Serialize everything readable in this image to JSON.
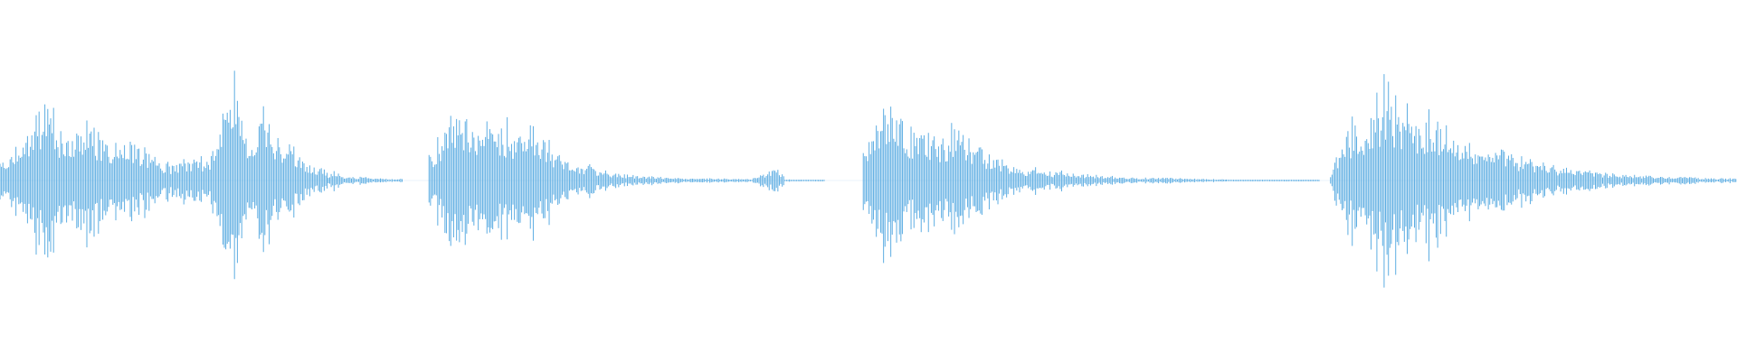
{
  "waveform": {
    "color": "#5dade2",
    "segments": [
      {
        "level_start": 0.0,
        "level_end": 0.189,
        "amplitude_profile": [
          [
            0.0,
            0.2
          ],
          [
            0.01,
            0.3
          ],
          [
            0.02,
            0.55
          ],
          [
            0.028,
            0.7
          ],
          [
            0.034,
            0.55
          ],
          [
            0.045,
            0.48
          ],
          [
            0.05,
            0.52
          ],
          [
            0.058,
            0.4
          ],
          [
            0.066,
            0.32
          ],
          [
            0.074,
            0.4
          ],
          [
            0.082,
            0.3
          ],
          [
            0.09,
            0.22
          ],
          [
            0.098,
            0.15
          ],
          [
            0.105,
            0.18
          ],
          [
            0.112,
            0.22
          ],
          [
            0.12,
            0.2
          ],
          [
            0.125,
            0.5
          ],
          [
            0.13,
            0.75
          ],
          [
            0.135,
            0.95
          ],
          [
            0.14,
            0.55
          ],
          [
            0.145,
            0.4
          ],
          [
            0.15,
            0.72
          ],
          [
            0.158,
            0.35
          ],
          [
            0.166,
            0.42
          ],
          [
            0.174,
            0.22
          ],
          [
            0.18,
            0.14
          ],
          [
            0.186,
            0.1
          ],
          [
            0.189,
            0.08
          ]
        ]
      },
      {
        "level_start": 0.189,
        "level_end": 0.232,
        "amplitude_profile": [
          [
            0.189,
            0.05
          ],
          [
            0.192,
            0.1
          ],
          [
            0.194,
            0.08
          ],
          [
            0.198,
            0.04
          ],
          [
            0.21,
            0.03
          ],
          [
            0.22,
            0.02
          ],
          [
            0.232,
            0.015
          ]
        ]
      },
      {
        "level_start": 0.247,
        "level_end": 0.452,
        "amplitude_profile": [
          [
            0.247,
            0.25
          ],
          [
            0.255,
            0.45
          ],
          [
            0.262,
            0.62
          ],
          [
            0.268,
            0.7
          ],
          [
            0.275,
            0.55
          ],
          [
            0.282,
            0.5
          ],
          [
            0.29,
            0.58
          ],
          [
            0.298,
            0.45
          ],
          [
            0.306,
            0.48
          ],
          [
            0.314,
            0.4
          ],
          [
            0.322,
            0.22
          ],
          [
            0.33,
            0.12
          ],
          [
            0.338,
            0.15
          ],
          [
            0.346,
            0.1
          ],
          [
            0.354,
            0.06
          ],
          [
            0.362,
            0.05
          ],
          [
            0.372,
            0.04
          ],
          [
            0.382,
            0.03
          ],
          [
            0.392,
            0.02
          ],
          [
            0.402,
            0.02
          ],
          [
            0.412,
            0.02
          ],
          [
            0.422,
            0.015
          ],
          [
            0.432,
            0.012
          ],
          [
            0.442,
            0.08
          ],
          [
            0.446,
            0.12
          ],
          [
            0.45,
            0.06
          ],
          [
            0.452,
            0.02
          ]
        ]
      },
      {
        "level_start": 0.452,
        "level_end": 0.475,
        "amplitude_profile": [
          [
            0.452,
            0.01
          ],
          [
            0.46,
            0.008
          ],
          [
            0.468,
            0.006
          ],
          [
            0.475,
            0.005
          ]
        ]
      },
      {
        "level_start": 0.497,
        "level_end": 0.706,
        "amplitude_profile": [
          [
            0.497,
            0.3
          ],
          [
            0.503,
            0.5
          ],
          [
            0.51,
            0.65
          ],
          [
            0.518,
            0.62
          ],
          [
            0.526,
            0.5
          ],
          [
            0.534,
            0.46
          ],
          [
            0.542,
            0.44
          ],
          [
            0.55,
            0.52
          ],
          [
            0.558,
            0.42
          ],
          [
            0.566,
            0.3
          ],
          [
            0.574,
            0.22
          ],
          [
            0.582,
            0.12
          ],
          [
            0.59,
            0.1
          ],
          [
            0.598,
            0.12
          ],
          [
            0.606,
            0.08
          ],
          [
            0.614,
            0.09
          ],
          [
            0.622,
            0.06
          ],
          [
            0.63,
            0.05
          ],
          [
            0.64,
            0.04
          ],
          [
            0.65,
            0.03
          ],
          [
            0.66,
            0.025
          ],
          [
            0.67,
            0.03
          ],
          [
            0.68,
            0.02
          ],
          [
            0.69,
            0.015
          ],
          [
            0.7,
            0.012
          ],
          [
            0.706,
            0.01
          ]
        ]
      },
      {
        "level_start": 0.706,
        "level_end": 0.76,
        "amplitude_profile": [
          [
            0.706,
            0.008
          ],
          [
            0.72,
            0.006
          ],
          [
            0.735,
            0.005
          ],
          [
            0.75,
            0.005
          ],
          [
            0.76,
            0.004
          ]
        ]
      },
      {
        "level_start": 0.766,
        "level_end": 1.0,
        "amplitude_profile": [
          [
            0.766,
            0.08
          ],
          [
            0.772,
            0.35
          ],
          [
            0.778,
            0.55
          ],
          [
            0.784,
            0.6
          ],
          [
            0.79,
            0.65
          ],
          [
            0.796,
            0.9
          ],
          [
            0.8,
            1.0
          ],
          [
            0.806,
            0.55
          ],
          [
            0.812,
            0.72
          ],
          [
            0.818,
            0.5
          ],
          [
            0.824,
            0.65
          ],
          [
            0.83,
            0.42
          ],
          [
            0.836,
            0.55
          ],
          [
            0.842,
            0.35
          ],
          [
            0.85,
            0.3
          ],
          [
            0.858,
            0.28
          ],
          [
            0.866,
            0.32
          ],
          [
            0.874,
            0.22
          ],
          [
            0.882,
            0.18
          ],
          [
            0.89,
            0.15
          ],
          [
            0.898,
            0.12
          ],
          [
            0.906,
            0.1
          ],
          [
            0.914,
            0.09
          ],
          [
            0.922,
            0.07
          ],
          [
            0.93,
            0.06
          ],
          [
            0.94,
            0.05
          ],
          [
            0.95,
            0.04
          ],
          [
            0.96,
            0.035
          ],
          [
            0.97,
            0.03
          ],
          [
            0.98,
            0.025
          ],
          [
            0.99,
            0.02
          ],
          [
            1.0,
            0.02
          ]
        ]
      }
    ]
  }
}
